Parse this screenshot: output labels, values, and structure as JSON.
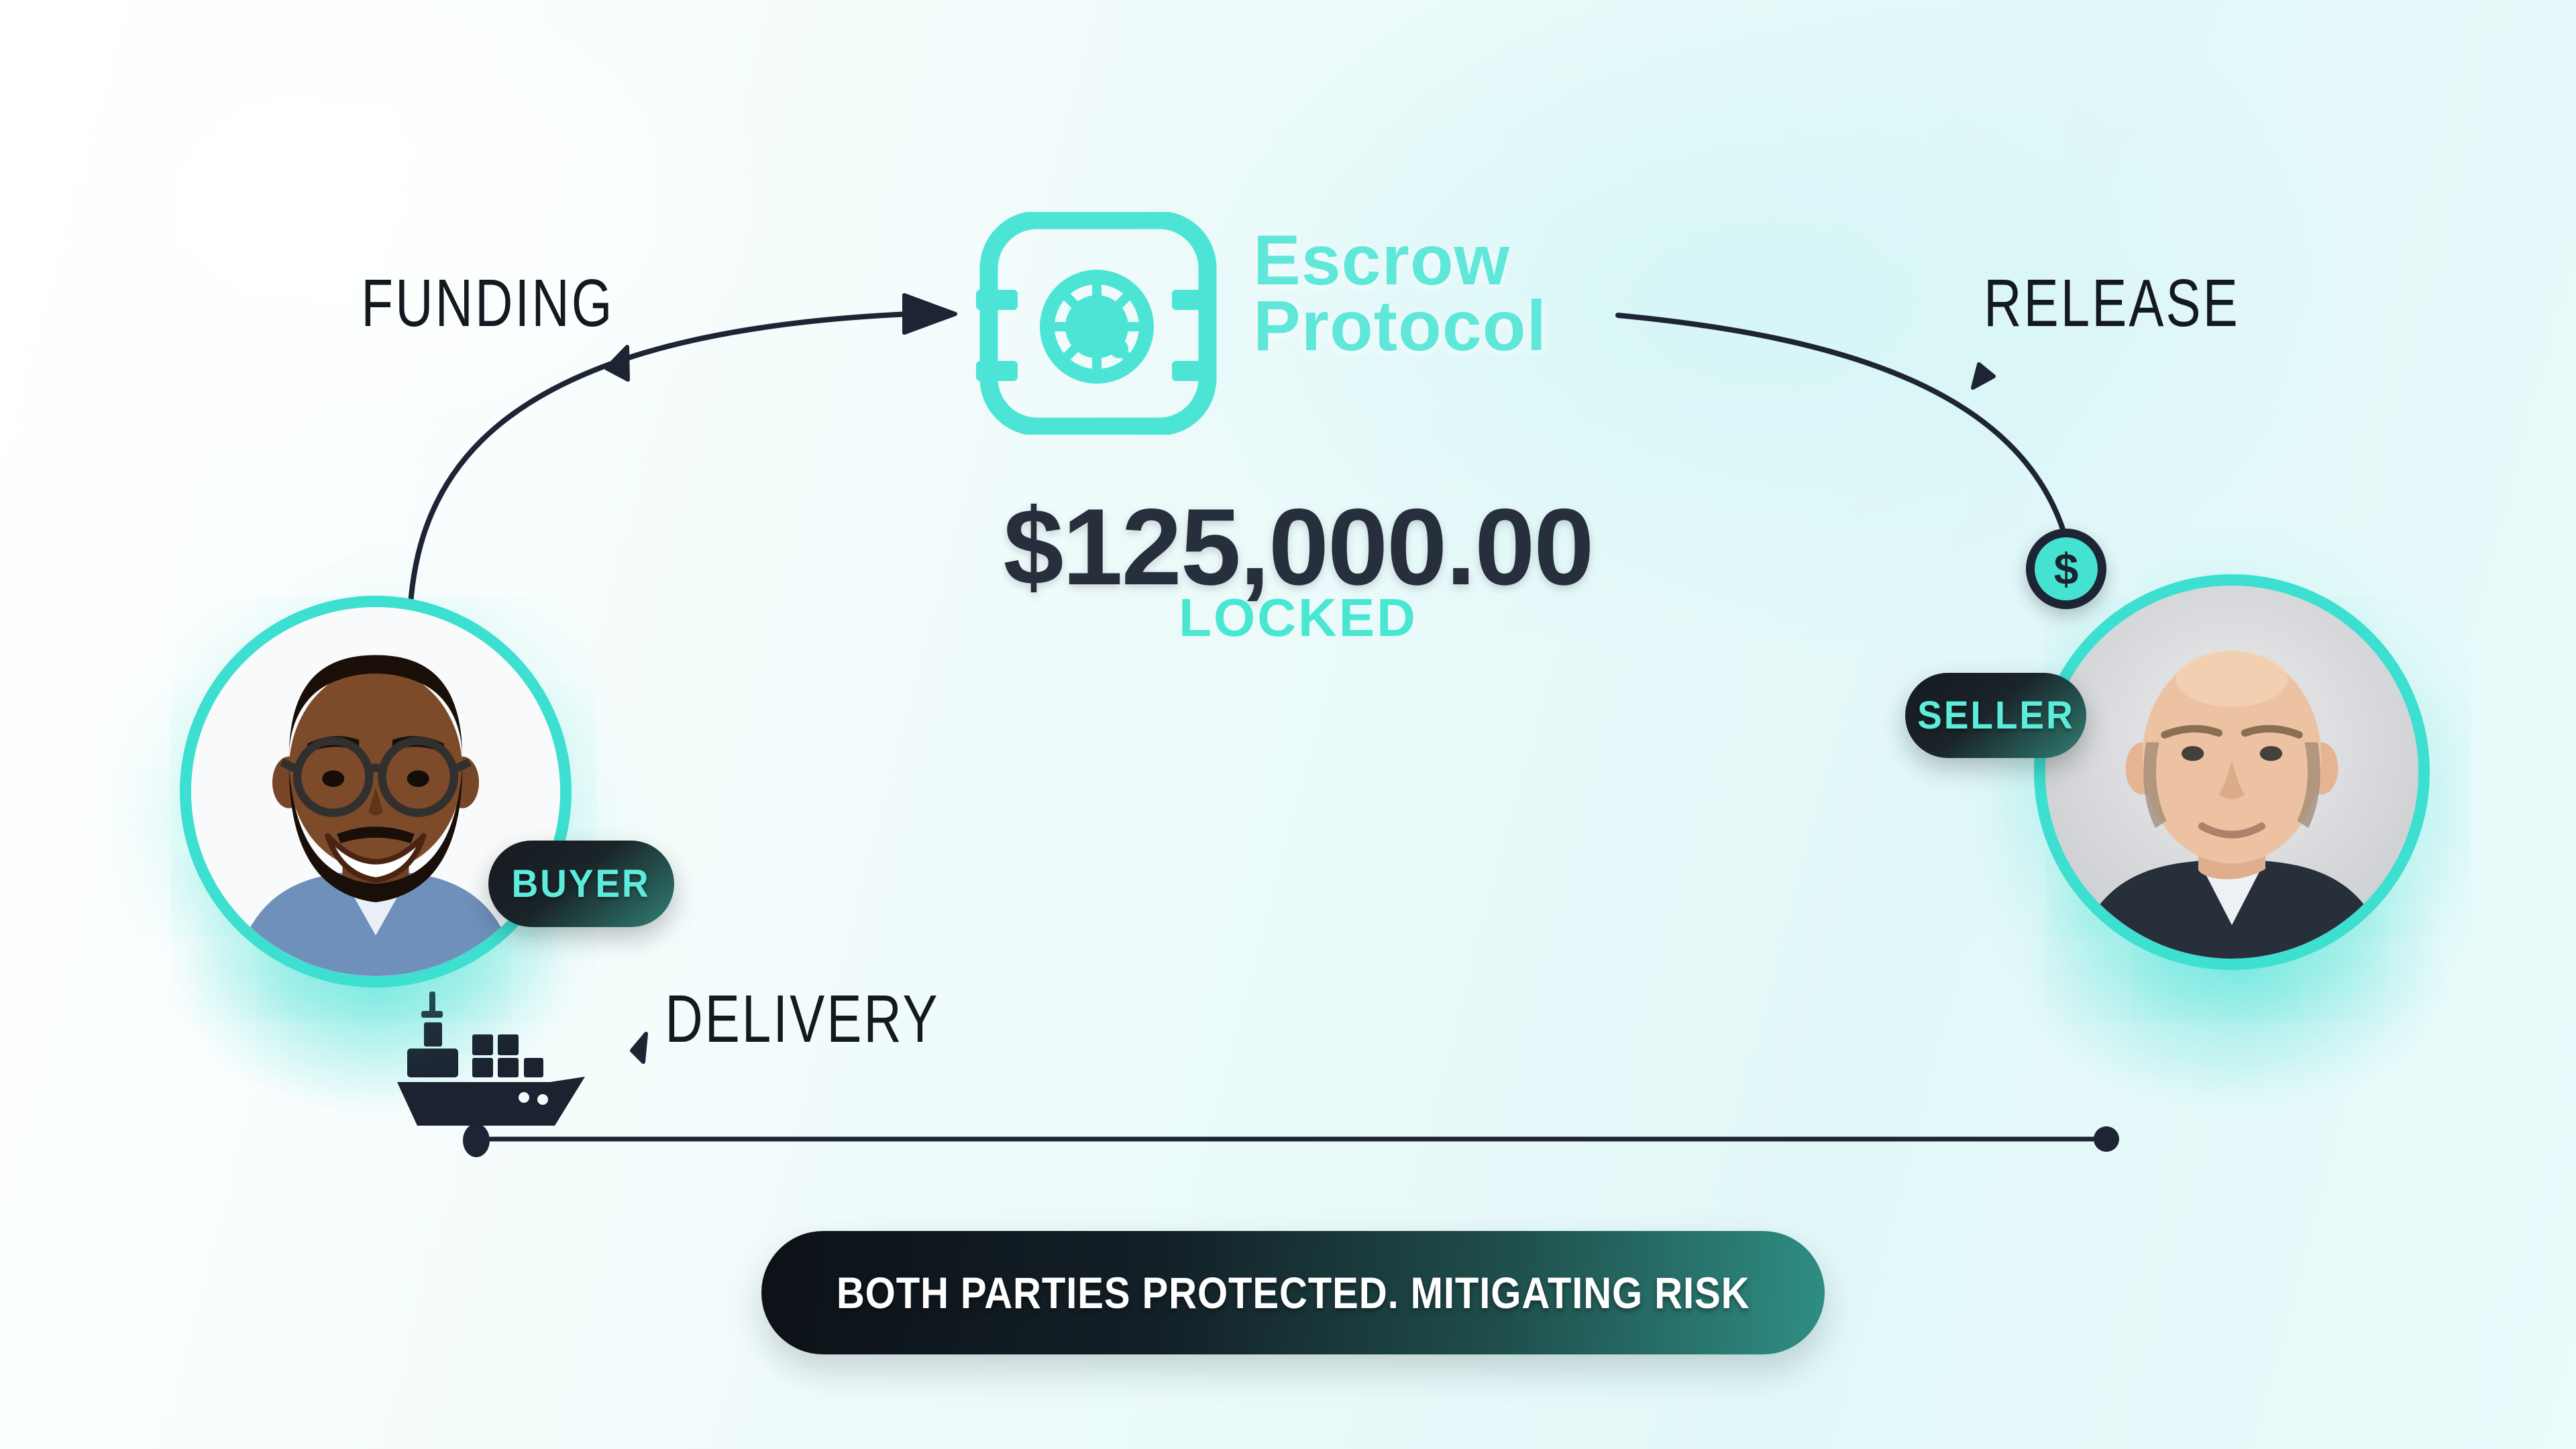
{
  "title": "Escrow Protocol",
  "brand": {
    "line1": "Escrow",
    "line2": "Protocol"
  },
  "vault": {
    "amount": "$125,000.00",
    "status": "LOCKED"
  },
  "flow": {
    "funding": "FUNDING",
    "release": "RELEASE",
    "delivery": "DELIVERY"
  },
  "badges": {
    "buyer": "BUYER",
    "seller": "SELLER"
  },
  "coin": {
    "symbol": "$"
  },
  "banner": {
    "message": "BOTH PARTIES PROTECTED. MITIGATING RISK"
  },
  "icons": {
    "vault": "vault-safe-icon",
    "ship": "cargo-ship-icon",
    "coin": "dollar-coin-icon",
    "funding_arrow": "curved-arrow-icon",
    "release_arrow": "curved-line-icon",
    "pointer": "cursor-triangle-icon"
  },
  "colors": {
    "accent": "#4ce5d5",
    "brand_text": "#5fe8da",
    "locked_text": "#49e7d2",
    "badge_text": "#5debdb",
    "dark_line": "#1d2433",
    "amount_text": "#272e3c",
    "banner_gradient_left": "#0c1117",
    "banner_gradient_right": "#2f8e84",
    "avatar_ring": "#3ddfd0"
  }
}
